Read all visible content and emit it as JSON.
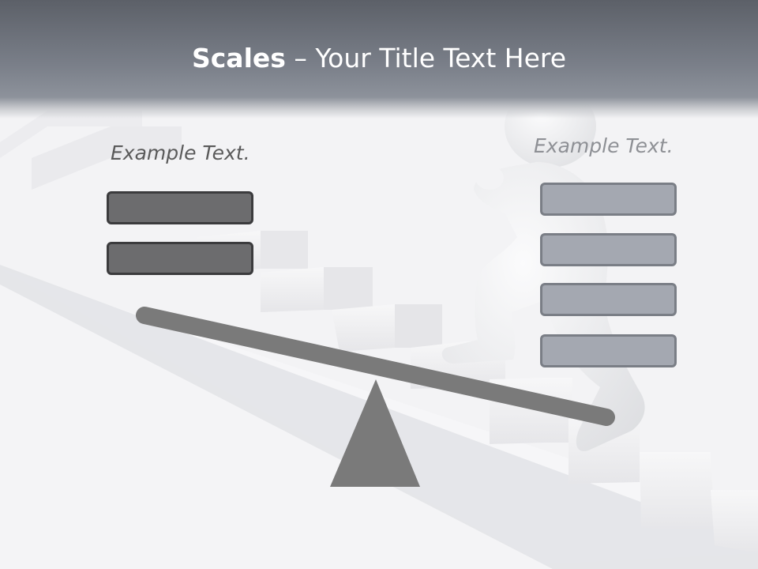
{
  "title": {
    "bold": "Scales",
    "rest": " – Your Title Text Here"
  },
  "left_panel": {
    "label": "Example Text.",
    "boxes": [
      "",
      ""
    ]
  },
  "right_panel": {
    "label": "Example Text.",
    "boxes": [
      "",
      "",
      "",
      ""
    ]
  },
  "colors": {
    "title_bar": "#6c7079",
    "dark_box": "#6c6c6e",
    "light_box": "#a4a8b1",
    "scale": "#7a7a7a"
  }
}
